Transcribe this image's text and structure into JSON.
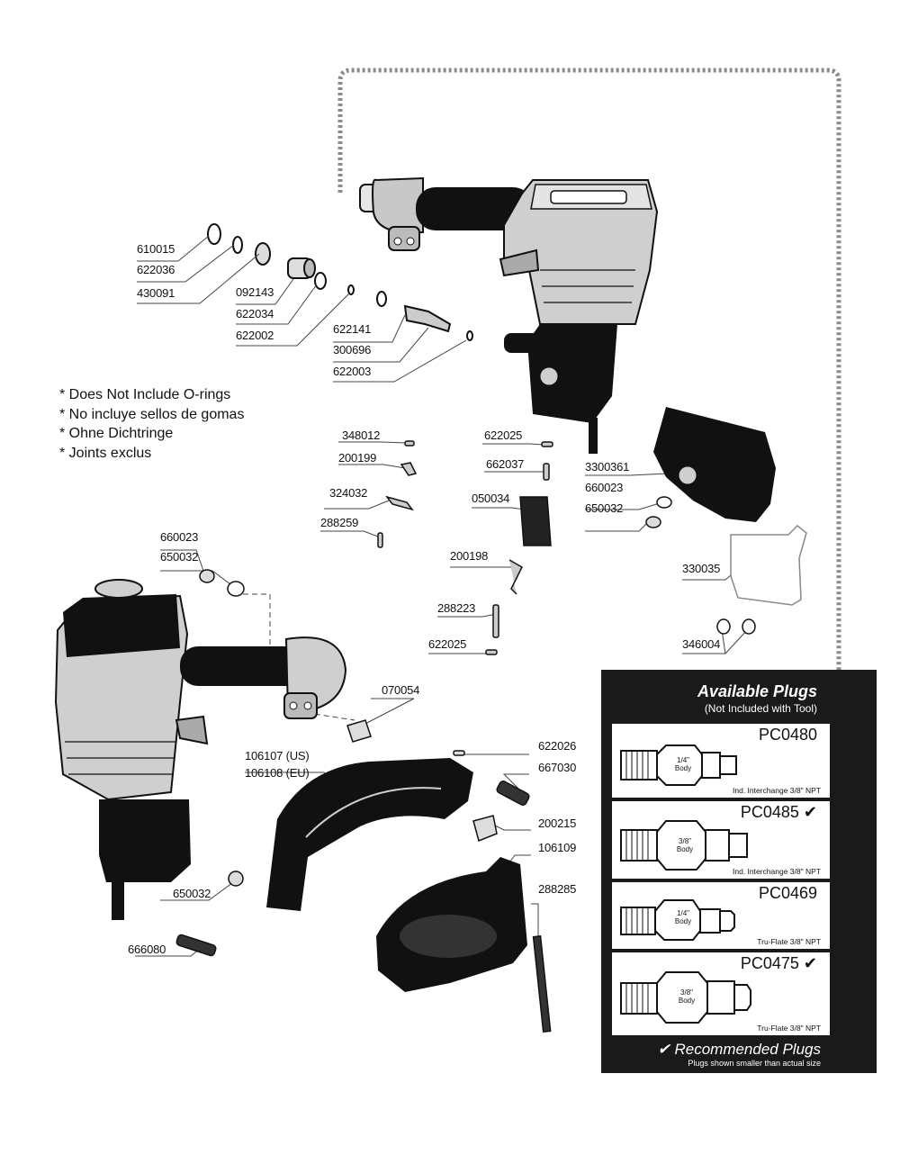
{
  "notes": [
    "* Does Not Include O-rings",
    "* No incluye sellos de gomas",
    "* Ohne Dichtringe",
    "* Joints exclus"
  ],
  "labels": {
    "p610015": "610015",
    "p622036": "622036",
    "p430091": "430091",
    "p092143": "092143",
    "p622034": "622034",
    "p622002": "622002",
    "p622141": "622141",
    "p300696": "300696",
    "p622003": "622003",
    "p348012": "348012",
    "p200199": "200199",
    "p324032": "324032",
    "p288259": "288259",
    "p622025a": "622025",
    "p662037": "662037",
    "p050034": "050034",
    "p3300361": "3300361",
    "p660023a": "660023",
    "p650032a": "650032",
    "p330035": "330035",
    "p200198": "200198",
    "p288223": "288223",
    "p622025b": "622025",
    "p346004": "346004",
    "p660023b": "660023",
    "p650032b": "650032",
    "p070054": "070054",
    "p106107": "106107 (US)",
    "p106108": "106108 (EU)",
    "p622026": "622026",
    "p667030": "667030",
    "p200215": "200215",
    "p106109": "106109",
    "p288285": "288285",
    "p650032c": "650032",
    "p666080": "666080"
  },
  "plugs": {
    "title": "Available Plugs",
    "subtitle": "(Not Included with Tool)",
    "items": [
      {
        "code": "PC0480",
        "body": [
          "1/4\"",
          "Body"
        ],
        "spec": "Ind. Interchange 3/8\" NPT"
      },
      {
        "code": "PC0485 ✔",
        "body": [
          "3/8\"",
          "Body"
        ],
        "spec": "Ind. Interchange 3/8\" NPT"
      },
      {
        "code": "PC0469",
        "body": [
          "1/4\"",
          "Body"
        ],
        "spec": "Tru-Flate 3/8\" NPT"
      },
      {
        "code": "PC0475 ✔",
        "body": [
          "3/8\"",
          "Body"
        ],
        "spec": "Tru-Flate 3/8\" NPT"
      }
    ],
    "recommended": "✔ Recommended Plugs",
    "recommended_note": "Plugs shown smaller than actual size"
  },
  "colors": {
    "body_gray": "#cfcfcf",
    "grip_black": "#111111",
    "panel_black": "#1a1a1a",
    "dotted": "#8a8a8a"
  }
}
